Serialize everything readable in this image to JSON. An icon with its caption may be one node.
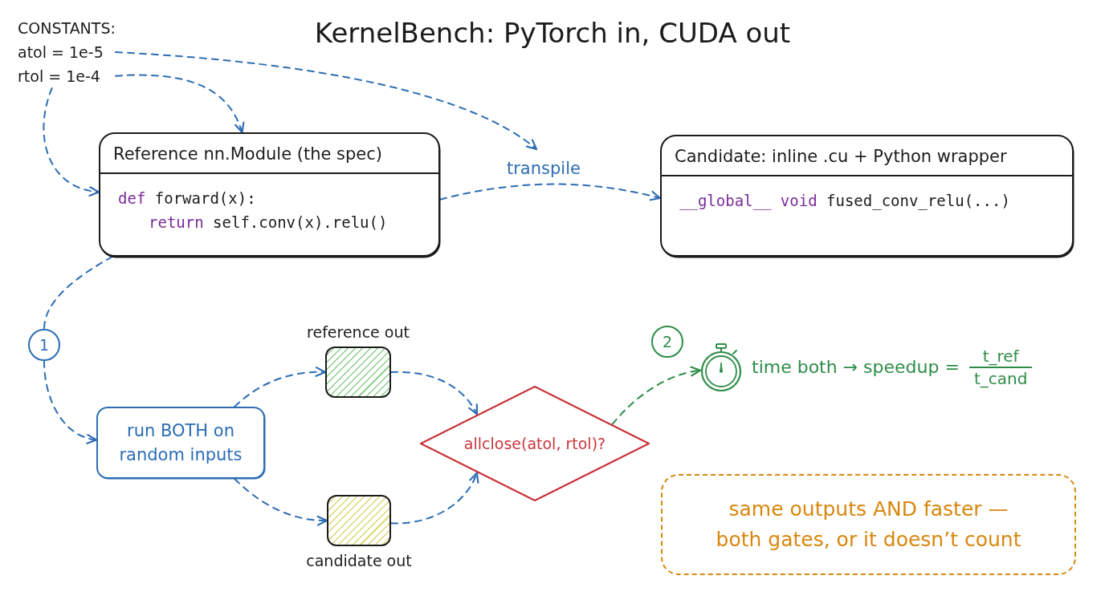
{
  "diagram": {
    "title": "KernelBench: PyTorch in, CUDA out",
    "nodes": [
      {
        "text": [
          "CONSTANTS:",
          "atol = 1e-5",
          "rtol = 1e-4"
        ]
      },
      {
        "text": [
          "Reference nn.Module (the spec)",
          "def forward(x):",
          "return self.conv(x).relu()"
        ]
      },
      {
        "text": [
          "Candidate: inline .cu + Python wrapper",
          "__global__ void fused_conv_relu(...)"
        ]
      },
      {
        "text": [
          "1"
        ]
      },
      {
        "text": [
          "run BOTH on random inputs"
        ]
      },
      {
        "text": [
          "reference out"
        ]
      },
      {
        "text": [
          "candidate out"
        ]
      },
      {
        "text": [
          "allclose(atol, rtol)?"
        ]
      },
      {
        "text": [
          "2"
        ]
      },
      {
        "text": [
          "time both → speedup =",
          "t_ref",
          "t_cand"
        ]
      },
      {
        "text": [
          "same outputs AND faster — both gates, or it doesn’t count"
        ]
      }
    ],
    "edges": [
      {
        "from": 0,
        "to": null,
        "arrow": "to",
        "style": "dashed"
      },
      {
        "from": 0,
        "to": 1,
        "arrow": "to",
        "style": "dashed"
      },
      {
        "from": 0,
        "to": 1,
        "arrow": "to",
        "style": "dashed"
      },
      {
        "from": 1,
        "to": 2,
        "arrow": "to",
        "label": "transpile",
        "style": "dashed"
      },
      {
        "from": 1,
        "to": 3,
        "arrow": "none",
        "style": "dashed"
      },
      {
        "from": 3,
        "to": 4,
        "arrow": "to",
        "style": "dashed"
      },
      {
        "from": 4,
        "to": 5,
        "arrow": "to",
        "style": "dashed"
      },
      {
        "from": 4,
        "to": 6,
        "arrow": "to",
        "style": "dashed"
      },
      {
        "from": 5,
        "to": 7,
        "arrow": "to",
        "style": "dashed"
      },
      {
        "from": 6,
        "to": 7,
        "arrow": "to",
        "style": "dashed"
      },
      {
        "from": 7,
        "to": 9,
        "arrow": "to",
        "style": "dashed",
        "color": "#2e8c48"
      }
    ]
  }
}
